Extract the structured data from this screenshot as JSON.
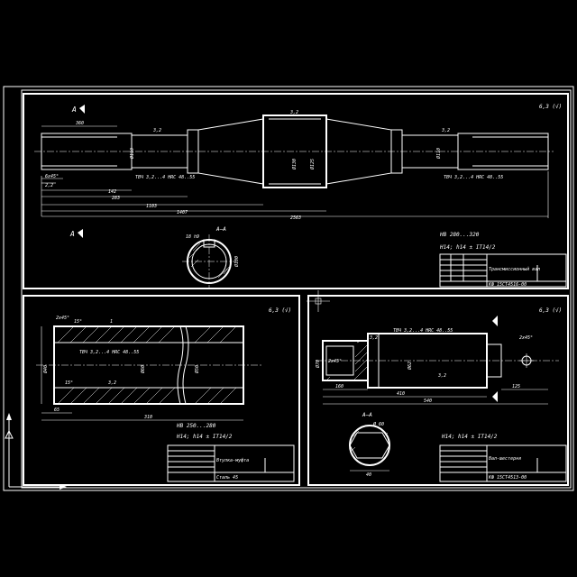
{
  "sheets": {
    "top": {
      "roughness": "6,3 (√)",
      "section_marker": "A",
      "section_label": "A–A",
      "hardness": "HB 280...320",
      "tolerance": "H14; h14 ± IT14/2",
      "dimensions": {
        "left_len": "360",
        "chamfer": "6x45°",
        "small_step": "2,2",
        "d1": "142",
        "d2": "283",
        "d3": "1103",
        "d4": "1407",
        "total": "2563",
        "dia_left": "Ø110",
        "dia_mid": "Ø130",
        "dia_mid2": "Ø125",
        "thread_left": "ТВЧ 3,2...4 HRC 48..55",
        "thread_right": "ТВЧ 3,2...4 HRC 48..55",
        "key_dim": "18 h9",
        "roughness_small": "3,2",
        "section_dim": "Ø100"
      },
      "title_block": {
        "name": "Трансмиссионный вал",
        "code": "КФ 15СТ4516-00"
      }
    },
    "bottom_left": {
      "roughness": "6,3 (√)",
      "hardness": "HB 250...280",
      "tolerance": "H14; h14 ± IT14/2",
      "dimensions": {
        "top_chamfer": "2x45°",
        "angle1": "15°",
        "bore": "Ø40",
        "thread": "ТВЧ 3,2...4 HRC 48..55",
        "dia1": "Ø60",
        "dia2": "Ø50",
        "len_small": "65",
        "len_total": "310",
        "angle2": "15°",
        "rough1": "1",
        "rough2": "3,2"
      },
      "title_block": {
        "name": "Втулка-муфта",
        "sheet": "Сталь 45"
      }
    },
    "bottom_right": {
      "roughness": "6,3 (√)",
      "section_label": "A–A",
      "hardness": "",
      "tolerance": "H14; h14 ± IT14/2",
      "dimensions": {
        "chamfer": "2x45°",
        "chamfer2": "2x45°",
        "thread": "ТВЧ 3,2...4 HRC 48..55",
        "dia": "Ø70",
        "dia2": "Ø62",
        "len1": "160",
        "len2": "410",
        "len3": "125",
        "len_total": "540",
        "section_dia": "Ø 60",
        "section_width": "40",
        "rough1": "3,2",
        "rough2": "3,2"
      },
      "title_block": {
        "name": "Вал-шестерня",
        "code": "КФ 15СТ4513-00"
      }
    }
  }
}
